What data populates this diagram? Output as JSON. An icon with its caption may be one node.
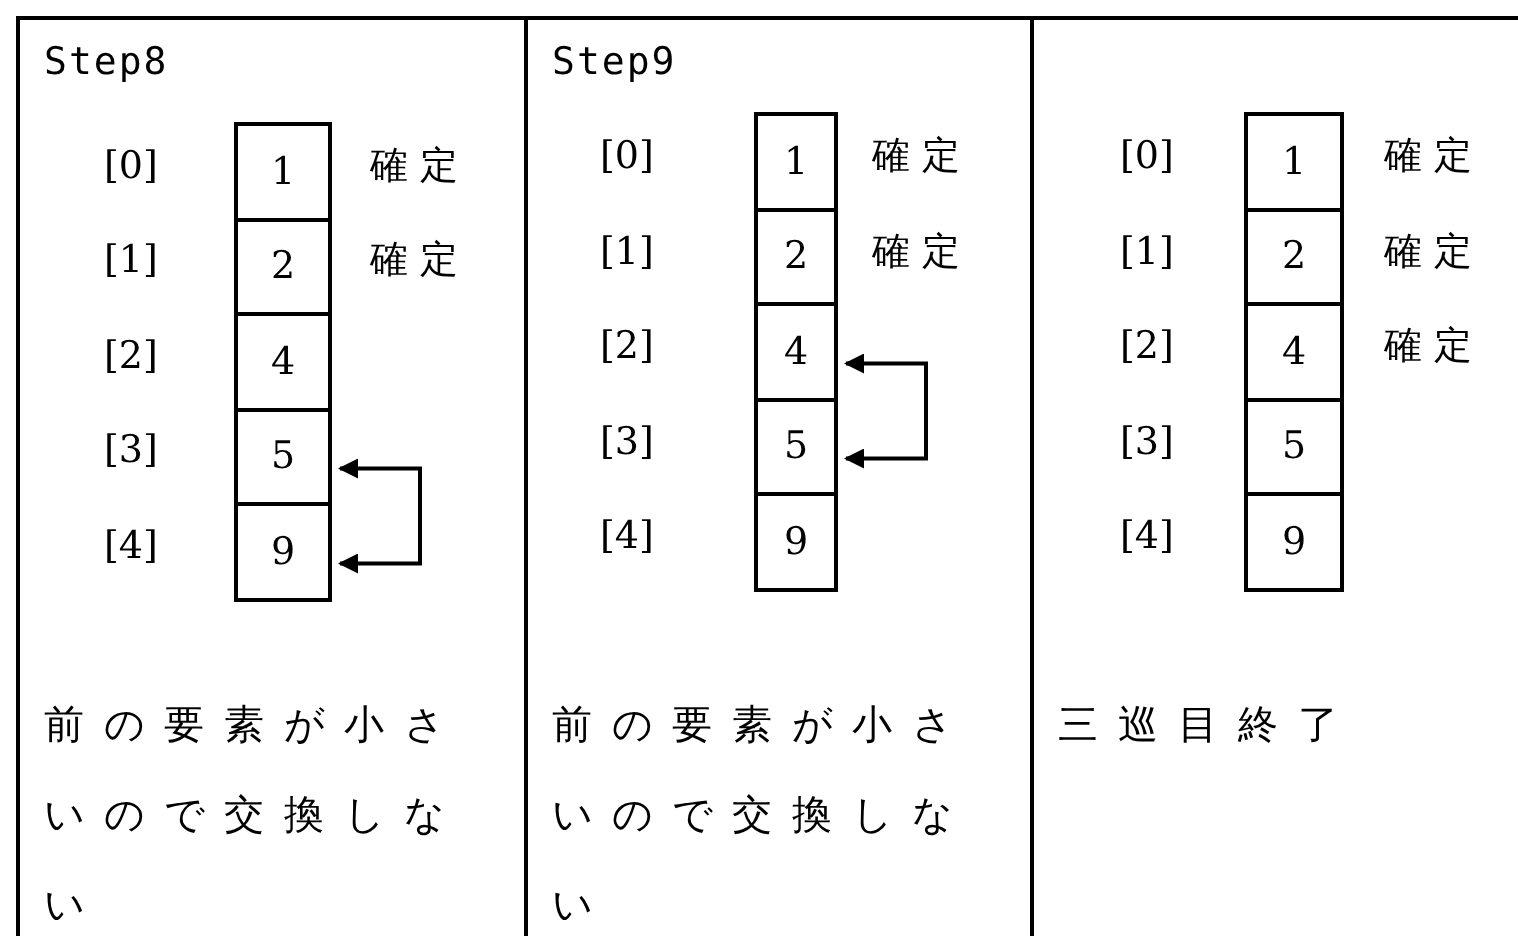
{
  "diagram": {
    "nodes": [
      {
        "text": [
          "Step8",
          "前の要素が小さいので交換しない"
        ]
      },
      {
        "text": [
          "1"
        ],
        "in": 0
      },
      {
        "text": [
          "2"
        ],
        "in": 0
      },
      {
        "text": [
          "4"
        ],
        "in": 0
      },
      {
        "text": [
          "5"
        ],
        "in": 0
      },
      {
        "text": [
          "9"
        ],
        "in": 0
      },
      {
        "text": [
          "Step9",
          "前の要素が小さいので交換しない"
        ]
      },
      {
        "text": [
          "1"
        ],
        "in": 6
      },
      {
        "text": [
          "2"
        ],
        "in": 6
      },
      {
        "text": [
          "4"
        ],
        "in": 6
      },
      {
        "text": [
          "5"
        ],
        "in": 6
      },
      {
        "text": [
          "9"
        ],
        "in": 6
      },
      {
        "text": [
          "三巡目終了"
        ]
      },
      {
        "text": [
          "1"
        ],
        "in": 12
      },
      {
        "text": [
          "2"
        ],
        "in": 12
      },
      {
        "text": [
          "4"
        ],
        "in": 12
      },
      {
        "text": [
          "5"
        ],
        "in": 12
      },
      {
        "text": [
          "9"
        ],
        "in": 12
      }
    ],
    "edges": [
      {
        "from": 4,
        "to": 5,
        "arrow": "both"
      },
      {
        "from": 9,
        "to": 10,
        "arrow": "both"
      }
    ],
    "labels": [
      "[0]",
      "確定",
      "[1]",
      "確定",
      "[2]",
      "[3]",
      "[4]",
      "[0]",
      "確定",
      "[1]",
      "確定",
      "[2]",
      "[3]",
      "[4]",
      "[0]",
      "確定",
      "[1]",
      "確定",
      "[2]",
      "確定",
      "[3]",
      "[4]"
    ]
  }
}
